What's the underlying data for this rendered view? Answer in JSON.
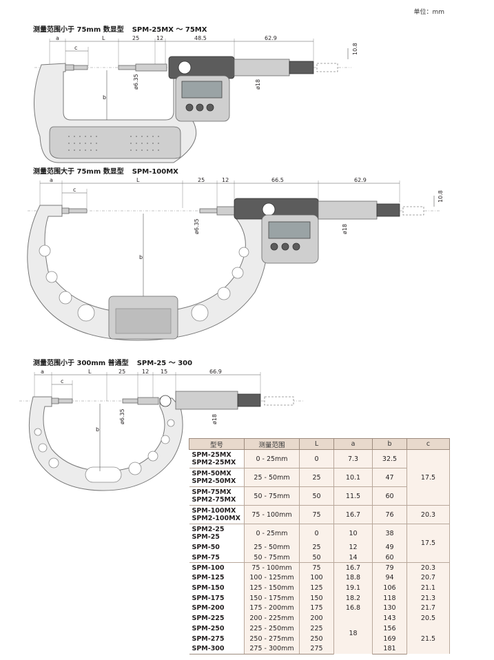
{
  "unit_label": "单位：mm",
  "sections": [
    {
      "title": "测量范围小于 75mm 数显型",
      "model": "SPM-25MX ～ 75MX"
    },
    {
      "title": "测量范围大于 75mm 数显型",
      "model": "SPM-100MX"
    },
    {
      "title": "测量范围小于 300mm 普通型",
      "model": "SPM-25 ～ 300"
    }
  ],
  "dims1": {
    "a": "a",
    "c": "c",
    "L": "L",
    "d25": "25",
    "d12": "12",
    "d485": "48.5",
    "d629": "62.9",
    "d108": "10.8",
    "b": "b",
    "phi635": "ø6.35",
    "phi18": "ø18"
  },
  "dims2": {
    "a": "a",
    "c": "c",
    "L": "L",
    "d25": "25",
    "d12": "12",
    "d665": "66.5",
    "d629": "62.9",
    "d108": "10.8",
    "b": "b",
    "phi635": "ø6.35",
    "phi18": "ø18"
  },
  "dims3": {
    "a": "a",
    "c": "c",
    "L": "L",
    "d25": "25",
    "d12": "12",
    "d15": "15",
    "d669": "66.9",
    "b": "b",
    "phi635": "ø6.35",
    "phi18": "ø18"
  },
  "table": {
    "headers": [
      "型号",
      "测量范围",
      "L",
      "a",
      "b",
      "c"
    ],
    "rows": [
      {
        "model": "SPM-25MX\nSPM2-25MX",
        "range": "0 - 25mm",
        "L": "0",
        "a": "7.3",
        "b": "32.5"
      },
      {
        "model": "SPM-50MX\nSPM2-50MX",
        "range": "25 - 50mm",
        "L": "25",
        "a": "10.1",
        "b": "47"
      },
      {
        "model": "SPM-75MX\nSPM2-75MX",
        "range": "50 - 75mm",
        "L": "50",
        "a": "11.5",
        "b": "60"
      },
      {
        "model": "SPM-100MX\nSPM2-100MX",
        "range": "75 - 100mm",
        "L": "75",
        "a": "16.7",
        "b": "76"
      },
      {
        "model": "SPM2-25\nSPM-25",
        "range": "0 - 25mm",
        "L": "0",
        "a": "10",
        "b": "38"
      },
      {
        "model": "SPM-50",
        "range": "25 - 50mm",
        "L": "25",
        "a": "12",
        "b": "49"
      },
      {
        "model": "SPM-75",
        "range": "50 - 75mm",
        "L": "50",
        "a": "14",
        "b": "60"
      },
      {
        "model": "SPM-100",
        "range": "75 - 100mm",
        "L": "75",
        "a": "16.7",
        "b": "79"
      },
      {
        "model": "SPM-125",
        "range": "100 - 125mm",
        "L": "100",
        "a": "18.8",
        "b": "94"
      },
      {
        "model": "SPM-150",
        "range": "125 - 150mm",
        "L": "125",
        "a": "19.1",
        "b": "106"
      },
      {
        "model": "SPM-175",
        "range": "150 - 175mm",
        "L": "150",
        "a": "18.2",
        "b": "118"
      },
      {
        "model": "SPM-200",
        "range": "175 - 200mm",
        "L": "175",
        "a": "16.8",
        "b": "130"
      },
      {
        "model": "SPM-225",
        "range": "200 - 225mm",
        "L": "200",
        "a": "18",
        "b": "143"
      },
      {
        "model": "SPM-250",
        "range": "225 - 250mm",
        "L": "225",
        "a": "",
        "b": "156"
      },
      {
        "model": "SPM-275",
        "range": "250 - 275mm",
        "L": "250",
        "a": "",
        "b": "169"
      },
      {
        "model": "SPM-300",
        "range": "275 - 300mm",
        "L": "275",
        "a": "",
        "b": "181"
      }
    ],
    "c_values": [
      "17.5",
      "20.3",
      "17.5",
      "20.3",
      "20.7",
      "21.1",
      "21.3",
      "21.7",
      "20.5",
      "21.5"
    ]
  }
}
